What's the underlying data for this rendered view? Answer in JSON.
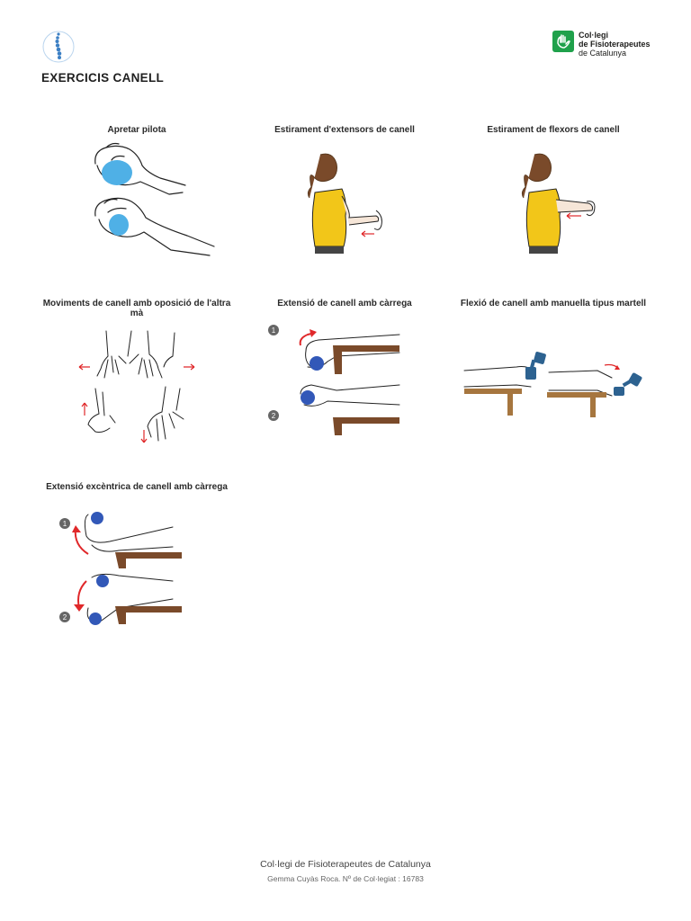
{
  "header": {
    "title": "EXERCICIS CANELL",
    "org_logo": {
      "line1": "Col·legi",
      "line2": "de Fisioterapeutes",
      "line3": "de Catalunya",
      "color": "#1fa14b"
    },
    "left_logo_icon": "spine-logo-icon"
  },
  "exercises": [
    {
      "title": "Apretar pilota"
    },
    {
      "title": "Estirament d'extensors de canell"
    },
    {
      "title": "Estirament de flexors de canell"
    },
    {
      "title": "Moviments de canell amb oposició de l'altra mà"
    },
    {
      "title": "Extensió de canell amb càrrega"
    },
    {
      "title": "Flexió de canell amb manuella tipus martell"
    },
    {
      "title": "Extensió excèntrica de canell amb càrrega"
    }
  ],
  "step_badges": {
    "one": "1",
    "two": "2"
  },
  "colors": {
    "ball": "#2f6fd0",
    "ball_light": "#4fb0e6",
    "arrow": "#e0282a",
    "shirt": "#f2c619",
    "table": "#8a5a2b",
    "dumbbell": "#2d6290"
  },
  "footer": {
    "line1": "Col·legi de Fisioterapeutes de Catalunya",
    "line2": "Gemma Cuyàs Roca. Nº de Col·legiat : 16783"
  }
}
